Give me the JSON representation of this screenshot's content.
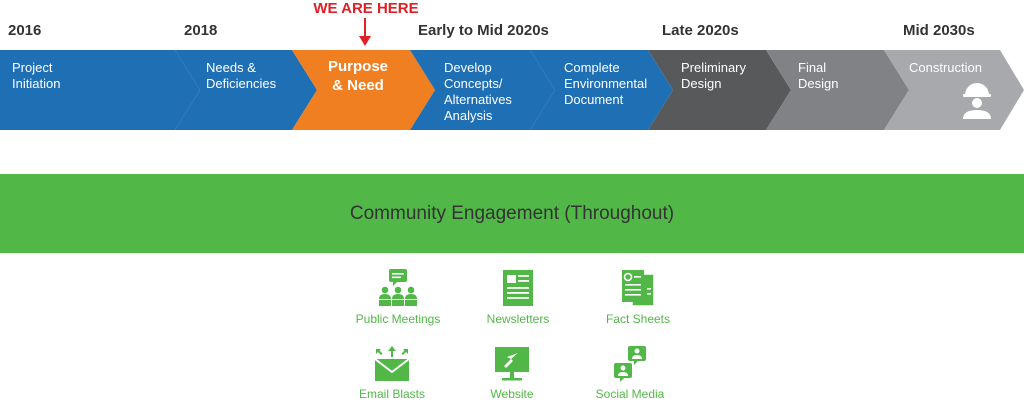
{
  "timeline": {
    "years": [
      "2016",
      "2018",
      "Early to Mid 2020s",
      "Late 2020s",
      "Mid 2030s"
    ],
    "marker": "WE ARE HERE",
    "phases": [
      {
        "lines": [
          "Project",
          "Initiation"
        ]
      },
      {
        "lines": [
          "Needs &",
          "Deficiencies"
        ]
      },
      {
        "lines": [
          "Purpose",
          "& Need"
        ]
      },
      {
        "lines": [
          "Develop",
          "Concepts/",
          "Alternatives",
          "Analysis"
        ]
      },
      {
        "lines": [
          "Complete",
          "Environmental",
          "Document"
        ]
      },
      {
        "lines": [
          "Preliminary",
          "Design"
        ]
      },
      {
        "lines": [
          "Final",
          "Design"
        ]
      },
      {
        "lines": [
          "Construction"
        ]
      }
    ]
  },
  "engagement": {
    "title": "Community Engagement (Throughout)",
    "tools": [
      {
        "label": "Public Meetings",
        "icon": "public-meetings-icon"
      },
      {
        "label": "Newsletters",
        "icon": "newsletter-icon"
      },
      {
        "label": "Fact Sheets",
        "icon": "fact-sheet-icon"
      },
      {
        "label": "Email Blasts",
        "icon": "email-icon"
      },
      {
        "label": "Website",
        "icon": "website-icon"
      },
      {
        "label": "Social Media",
        "icon": "social-media-icon"
      }
    ]
  },
  "colors": {
    "blue": "#1f6fb5",
    "orange": "#f07f22",
    "dark_gray": "#58595b",
    "mid_gray": "#808285",
    "light_gray": "#a7a9ac",
    "green": "#51b848",
    "marker_red": "#e02026"
  }
}
